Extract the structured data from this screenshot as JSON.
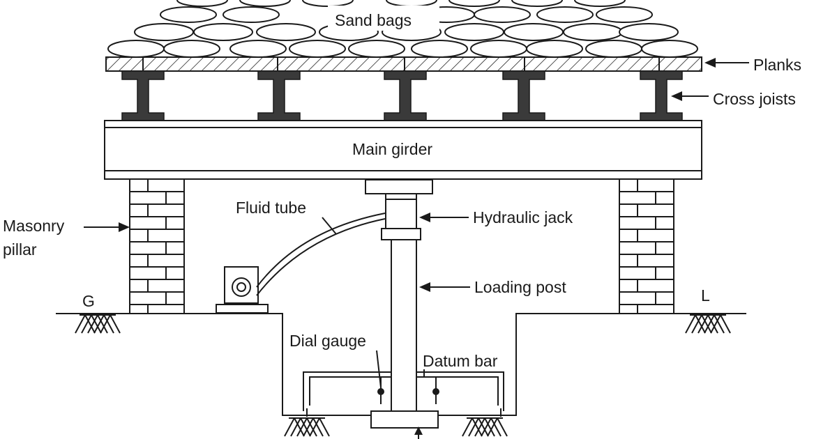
{
  "labels": {
    "sand_bags": "Sand bags",
    "planks": "Planks",
    "cross_joists": "Cross joists",
    "main_girder": "Main girder",
    "masonry_pillar_line1": "Masonry",
    "masonry_pillar_line2": "pillar",
    "fluid_tube": "Fluid tube",
    "hydraulic_jack": "Hydraulic jack",
    "loading_post": "Loading post",
    "dial_gauge": "Dial gauge",
    "datum_bar": "Datum bar",
    "ground_left": "G",
    "ground_right": "L"
  }
}
